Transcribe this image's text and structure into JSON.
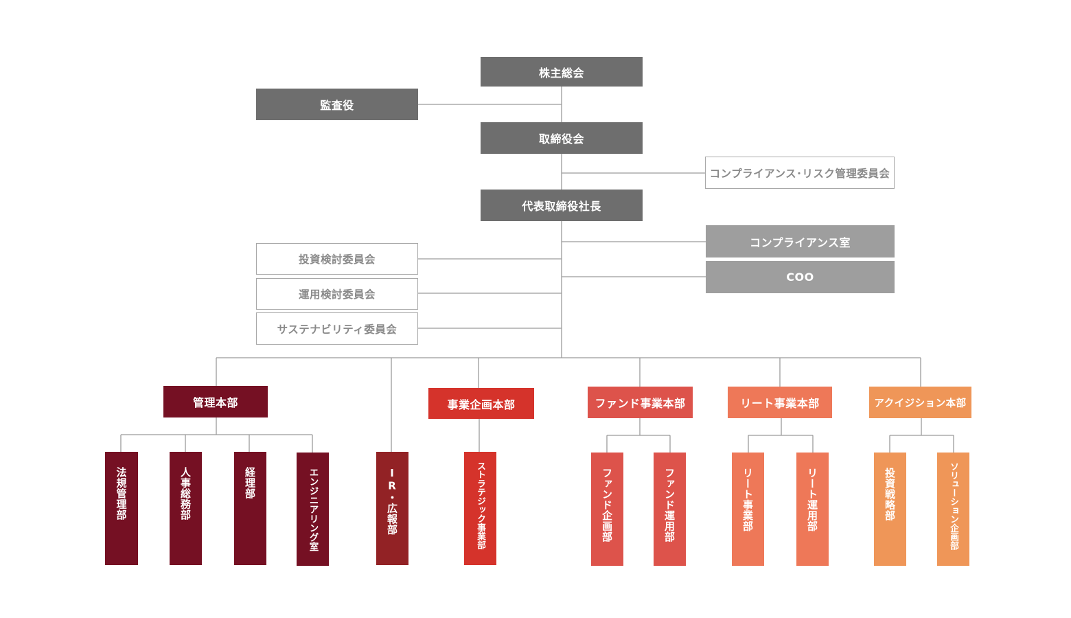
{
  "colors": {
    "dark_gray": "#6e6e6e",
    "light_gray": "#9e9e9e",
    "kanri": "#751023",
    "ir": "#922225",
    "jigyo_kikaku": "#d5332b",
    "fund": "#dd534b",
    "reit": "#ee7858",
    "acquisition": "#ef9658",
    "line": "#9a9a9a"
  },
  "top": {
    "shareholders": "株主総会",
    "auditor": "監査役",
    "board": "取締役会",
    "compliance_committee": "コンプライアンス･リスク管理委員会",
    "president": "代表取締役社長",
    "compliance_office": "コンプライアンス室",
    "coo": "COO",
    "investment_committee": "投資検討委員会",
    "operation_committee": "運用検討委員会",
    "sustainability_committee": "サステナビリティ委員会"
  },
  "divisions": {
    "kanri": "管理本部",
    "jigyo_kikaku": "事業企画本部",
    "fund": "ファンド事業本部",
    "reit": "リート事業本部",
    "acquisition": "アクイジション本部"
  },
  "departments": {
    "houki": "法規管理部",
    "jinji": "人事総務部",
    "keiri": "経理部",
    "engineering": "エンジニアリング室",
    "ir": "IR・広報部",
    "strategic": "ストラテジック事業部",
    "fund_kikaku": "ファンド企画部",
    "fund_unyo": "ファンド運用部",
    "reit_jigyo": "リート事業部",
    "reit_unyo": "リート運用部",
    "toshi_senryaku": "投資戦略部",
    "solution": "ソリューション企画部"
  }
}
